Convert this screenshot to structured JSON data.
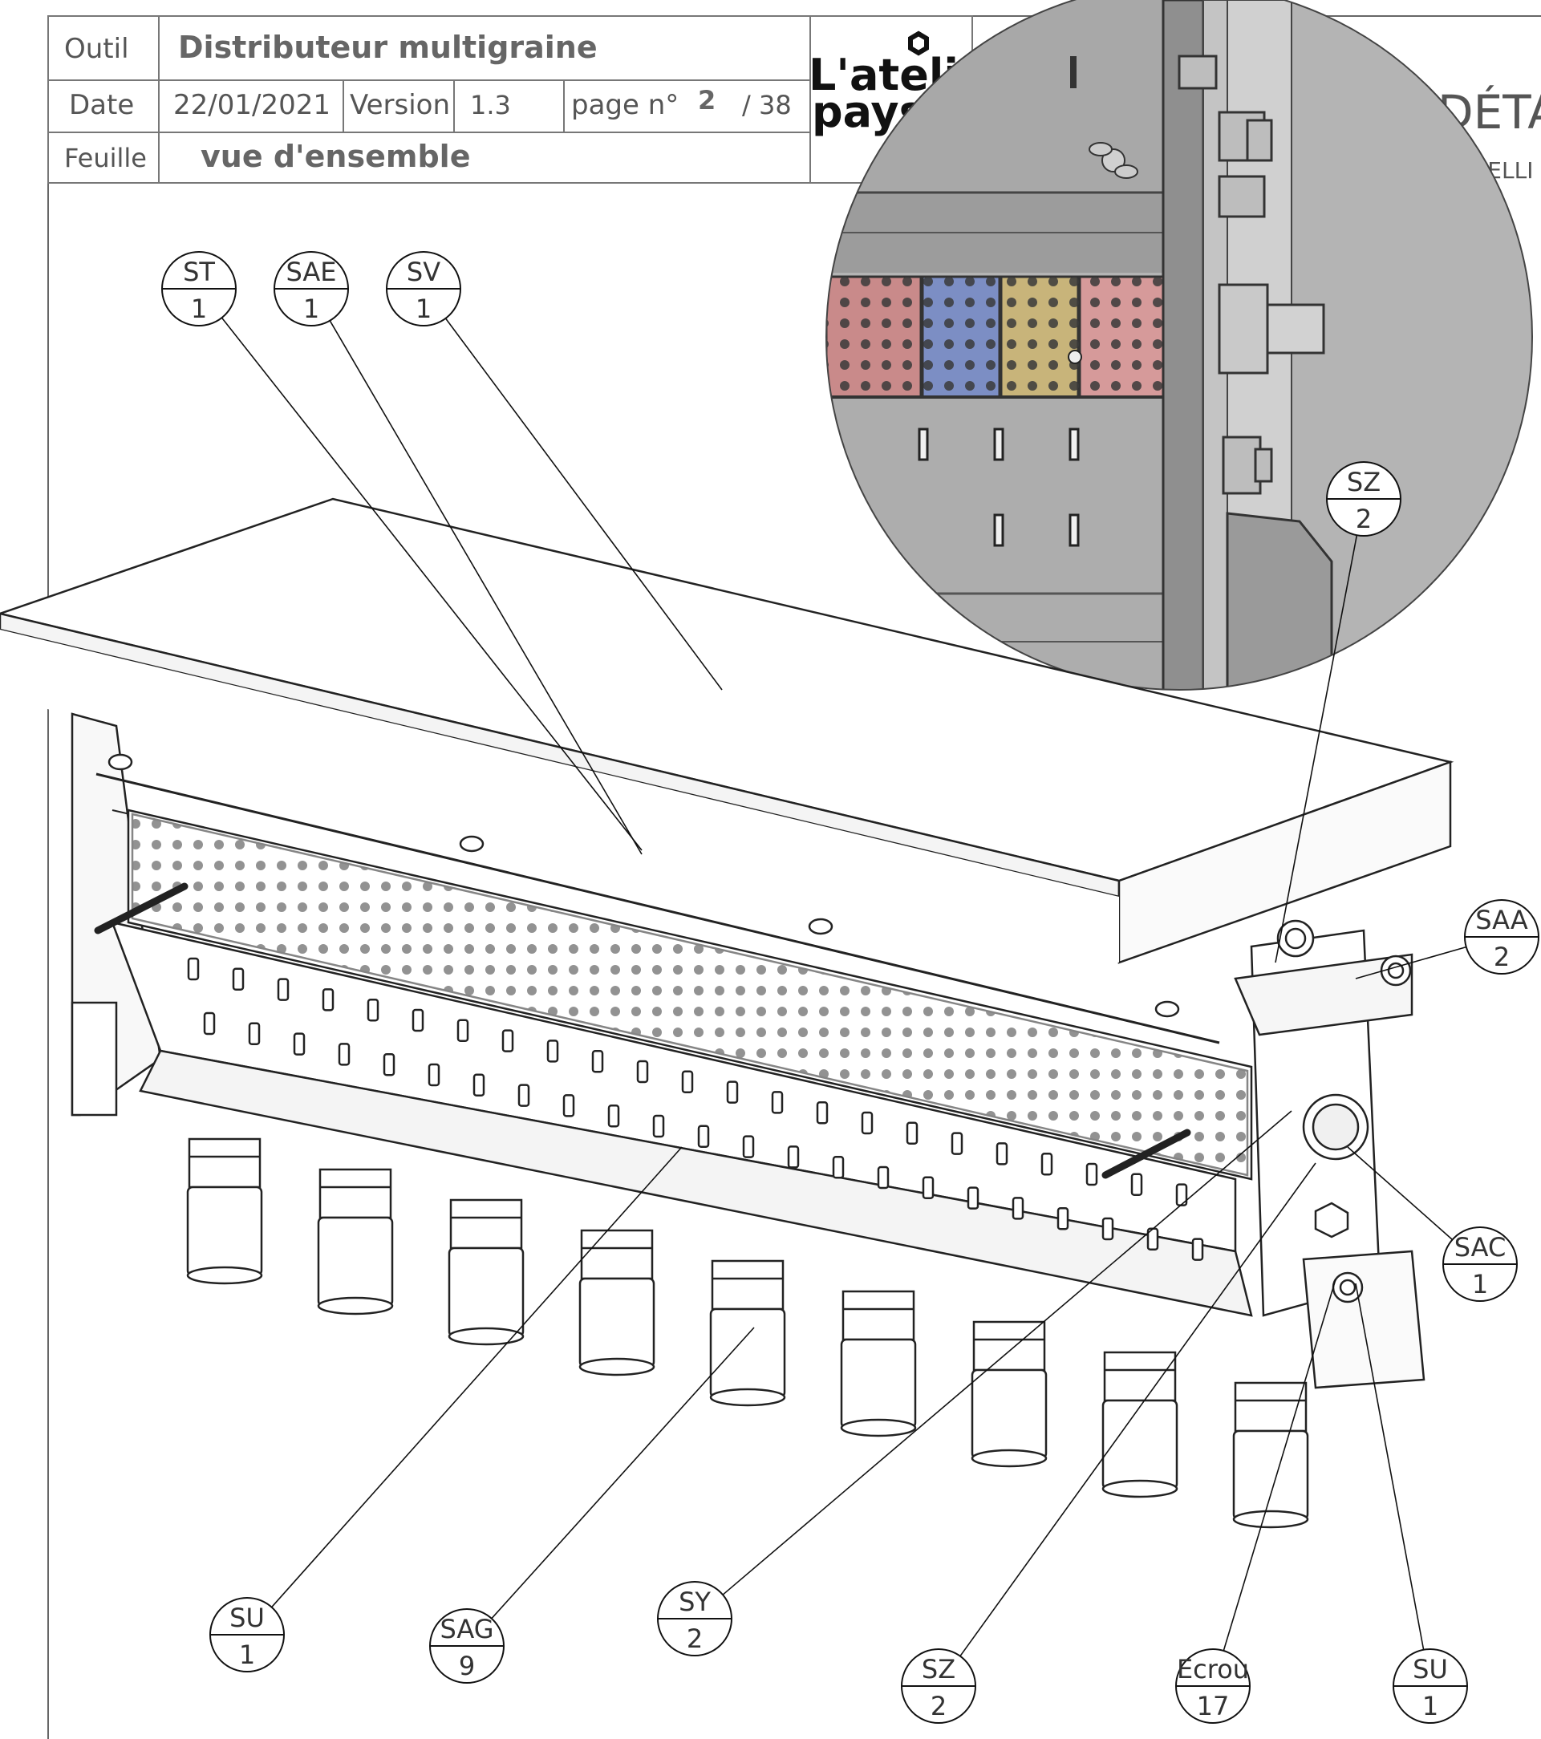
{
  "title_block": {
    "outil_label": "Outil",
    "outil_value": "Distributeur multigraine",
    "date_label": "Date",
    "date_value": "22/01/2021",
    "version_label": "Version",
    "version_value": "1.3",
    "page_label": "page n°",
    "page_number": "2",
    "page_total": "/ 38",
    "feuille_label": "Feuille",
    "feuille_value": "vue d'ensemble"
  },
  "logo": {
    "line1": "L'atelier",
    "line2": "paysan"
  },
  "detail": {
    "title": "DÉTA",
    "scale": "ECHELLI"
  },
  "balloons": [
    {
      "top": "ST",
      "bottom": "1"
    },
    {
      "top": "SAE",
      "bottom": "1"
    },
    {
      "top": "SV",
      "bottom": "1"
    },
    {
      "top": "SZ",
      "bottom": "2"
    },
    {
      "top": "SAA",
      "bottom": "2"
    },
    {
      "top": "SAC",
      "bottom": "1"
    },
    {
      "top": "SU",
      "bottom": "1"
    },
    {
      "top": "SAG",
      "bottom": "9"
    },
    {
      "top": "SY",
      "bottom": "2"
    },
    {
      "top": "SZ",
      "bottom": "2"
    },
    {
      "top": "Ecrou",
      "bottom": "17"
    },
    {
      "top": "SU",
      "bottom": "1"
    }
  ],
  "colors": {
    "line": "#222222",
    "frame": "#666666",
    "steel": "#9a9a9a",
    "roller_red": "#c98a8a",
    "roller_blue": "#7c8ec4",
    "roller_yellow": "#c8b47a",
    "roller_pink": "#d69a9a"
  }
}
